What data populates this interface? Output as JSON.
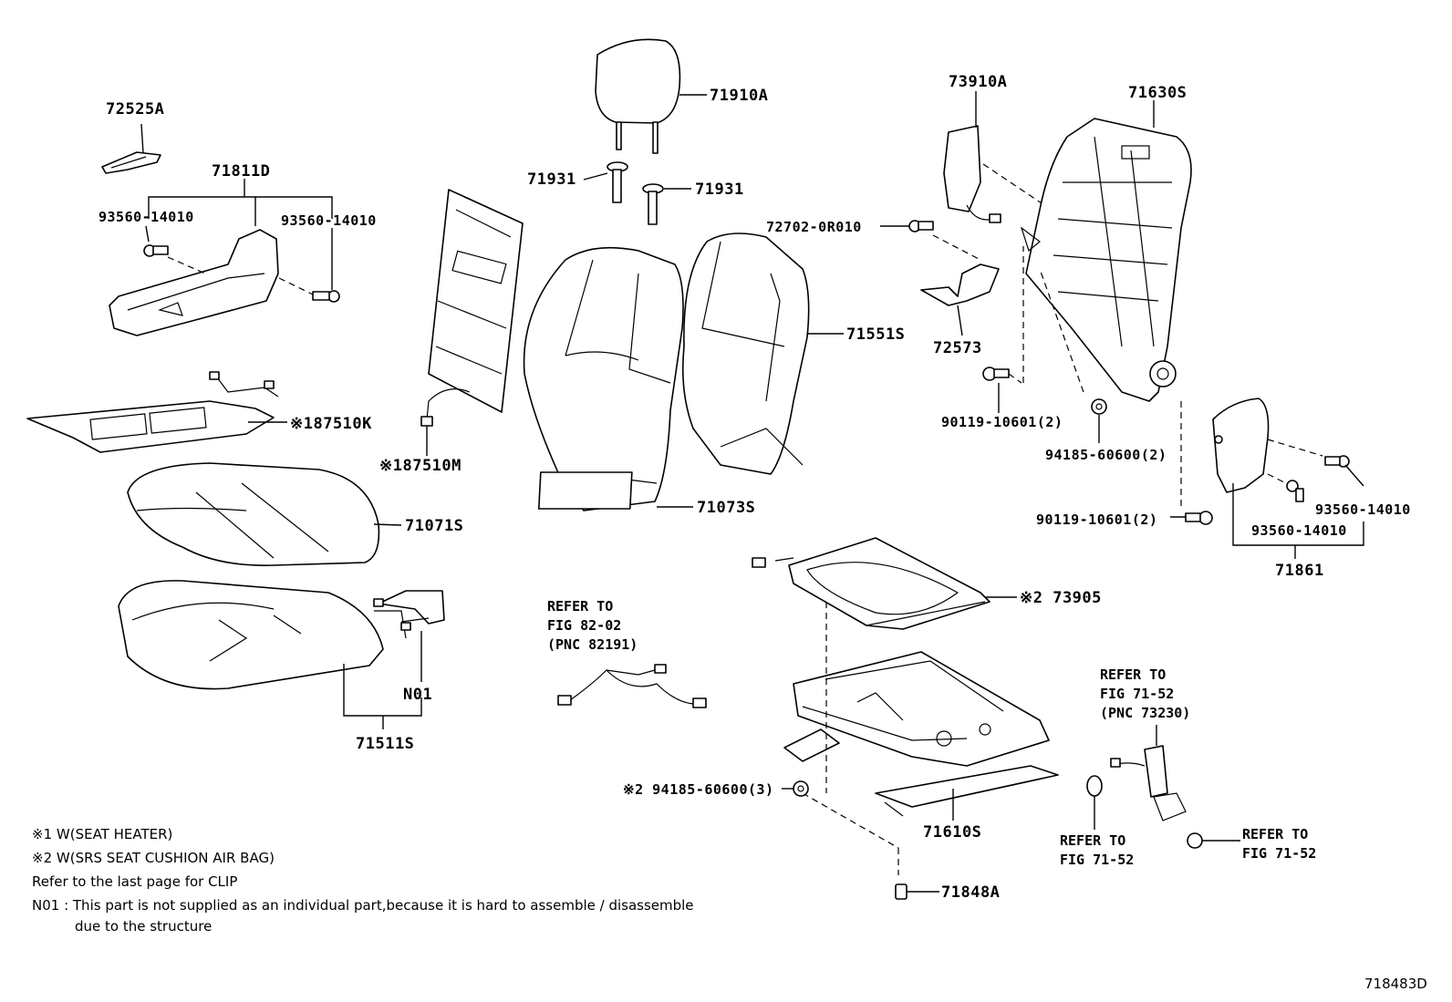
{
  "labels": {
    "p72525A": "72525A",
    "p71811D": "71811D",
    "p93560_l1": "93560-14010",
    "p93560_l2": "93560-14010",
    "p187510K": "※187510K",
    "p71071S": "71071S",
    "pN01": "N01",
    "p71511S": "71511S",
    "p71910A": "71910A",
    "p71931_a": "71931",
    "p71931_b": "71931",
    "p187510M": "※187510M",
    "p71073S": "71073S",
    "p71551S": "71551S",
    "p73910A": "73910A",
    "p72702": "72702-0R010",
    "p72573": "72573",
    "p71630S": "71630S",
    "p90119_a": "90119-10601(2)",
    "p94185_a": "94185-60600(2)",
    "p90119_b": "90119-10601(2)",
    "p93560_r1": "93560-14010",
    "p93560_r2": "93560-14010",
    "p71861": "71861",
    "p73905": "※2 73905",
    "p94185_b": "※2 94185-60600(3)",
    "p71610S": "71610S",
    "p71848A": "71848A",
    "diagram_id": "718483D"
  },
  "refs": {
    "r82": [
      "REFER TO",
      "FIG 82-02",
      "(PNC 82191)"
    ],
    "r7152_top": [
      "REFER TO",
      "FIG 71-52",
      "(PNC 73230)"
    ],
    "r7152_mid": [
      "REFER TO",
      "FIG 71-52"
    ],
    "r7152_right": [
      "REFER TO",
      "FIG 71-52"
    ]
  },
  "notes": {
    "n1": "※1  W(SEAT  HEATER)",
    "n2": "※2  W(SRS  SEAT  CUSHION  AIR BAG)",
    "n3": "Refer to the last page for CLIP",
    "n4": "N01 : This part is not supplied as an individual part,because it is hard to assemble / disassemble",
    "n5": "due to the structure"
  }
}
